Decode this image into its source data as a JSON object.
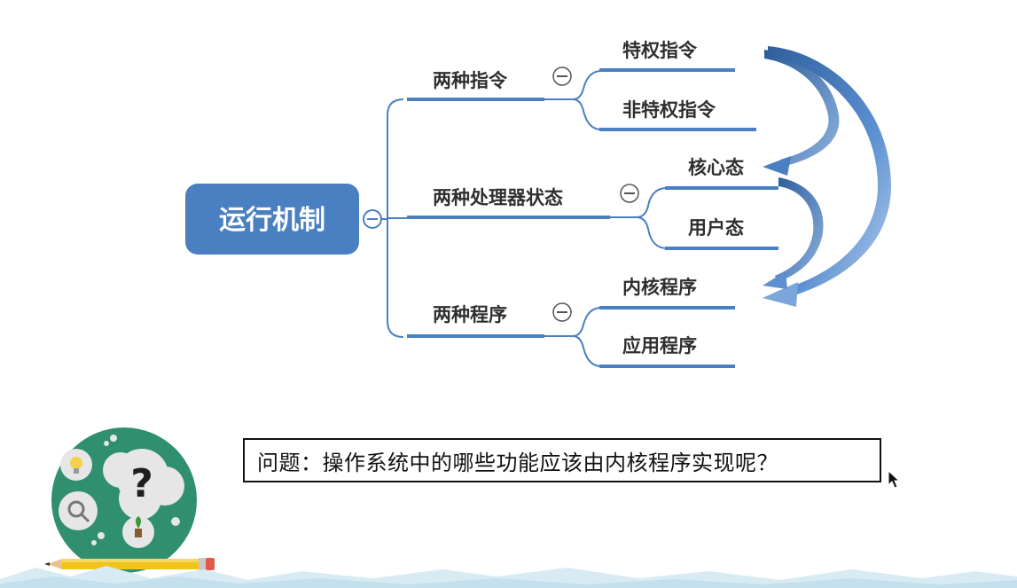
{
  "mindmap": {
    "root": "运行机制",
    "branches": [
      {
        "label": "两种指令",
        "children": [
          "特权指令",
          "非特权指令"
        ]
      },
      {
        "label": "两种处理器状态",
        "children": [
          "核心态",
          "用户态"
        ]
      },
      {
        "label": "两种程序",
        "children": [
          "内核程序",
          "应用程序"
        ]
      }
    ]
  },
  "question": "问题：操作系统中的哪些功能应该由内核程序实现呢？",
  "colors": {
    "root_fill": "#4a7fc1",
    "line": "#4a7fc1",
    "arrow_dark": "#2f5f9e",
    "arrow_light": "#9fc0e6",
    "badge_green": "#2f8f6f",
    "pencil": "#f0c419"
  },
  "icons": [
    "collapse-icon",
    "question-mark-icon",
    "lightbulb-icon",
    "magnifier-icon",
    "pencil-icon",
    "mouse-cursor-icon"
  ]
}
